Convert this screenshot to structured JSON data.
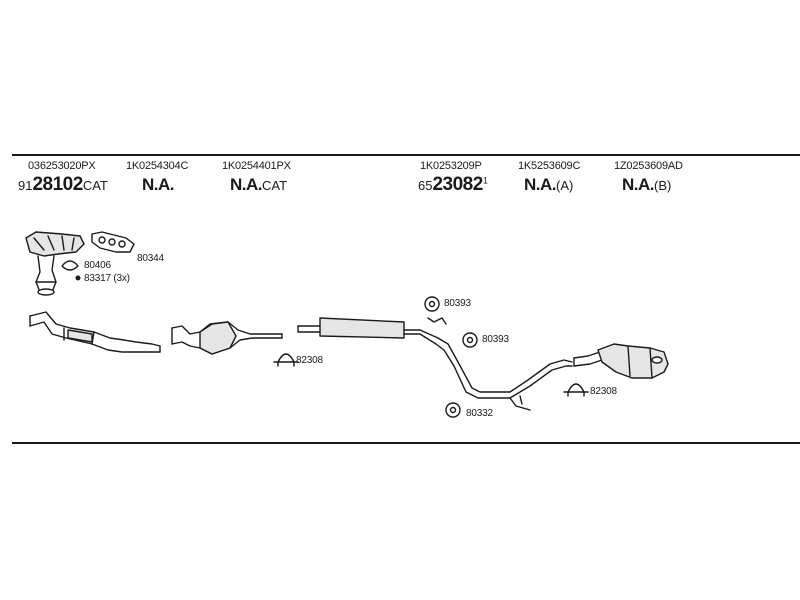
{
  "columns": [
    {
      "part_no": "036253020PX",
      "code_prefix": "91",
      "code_main": "28102",
      "code_suffix": "CAT",
      "code_sup": ""
    },
    {
      "part_no": "1K0254304C",
      "code_prefix": "",
      "code_main": "N.A.",
      "code_suffix": "",
      "code_sup": ""
    },
    {
      "part_no": "1K0254401PX",
      "code_prefix": "",
      "code_main": "N.A.",
      "code_suffix": "CAT",
      "code_sup": ""
    },
    {
      "part_no": "1K0253209P",
      "code_prefix": "65",
      "code_main": "23082",
      "code_suffix": "",
      "code_sup": "1"
    },
    {
      "part_no": "1K5253609C",
      "code_prefix": "",
      "code_main": "N.A.",
      "code_suffix": "(A)",
      "code_sup": ""
    },
    {
      "part_no": "1Z0253609AD",
      "code_prefix": "",
      "code_main": "N.A.",
      "code_suffix": "(B)",
      "code_sup": ""
    }
  ],
  "refs": {
    "r80344": "80344",
    "r80406": "80406",
    "r83317": "83317 (3x)",
    "r82308a": "82308",
    "r80393a": "80393",
    "r80393b": "80393",
    "r80332": "80332",
    "r82308b": "82308"
  },
  "colors": {
    "line": "#1a1a1a",
    "fill": "#e6e6e6"
  }
}
